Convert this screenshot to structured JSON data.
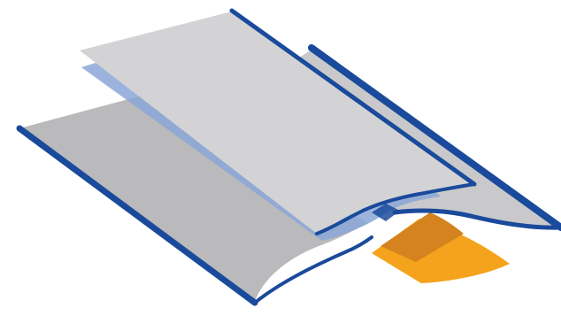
{
  "illustration": {
    "subject": "layered-sheets-icon",
    "layers": [
      {
        "name": "bottom-sheet",
        "fill": "#bab9bb",
        "edge": "#1a4a9b"
      },
      {
        "name": "back-sheet",
        "fill": "#c9c9cb",
        "edge": "#1a4a9b"
      },
      {
        "name": "orange-strip",
        "fill": "#f5a21d",
        "shade": "#d4831e"
      },
      {
        "name": "translucent-blue-sheet",
        "fill": "#8ba7d7"
      },
      {
        "name": "top-sheet",
        "fill": "#d3d3d5",
        "edge": "#1a4a9b"
      }
    ],
    "colors": {
      "background": "#ffffff",
      "edge_blue": "#1a4a9b",
      "gray_dark": "#bab9bb",
      "gray_mid": "#c9c9cb",
      "gray_light": "#d3d3d5",
      "orange": "#f5a21d",
      "orange_shade": "#d4831e",
      "translucent_blue": "#8ba7d7"
    }
  }
}
